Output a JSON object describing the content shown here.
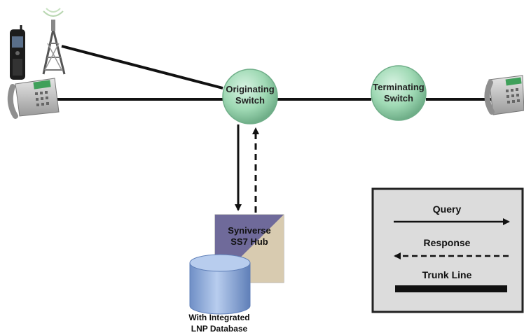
{
  "nodes": {
    "originating_switch": {
      "line1": "Originating",
      "line2": "Switch"
    },
    "terminating_switch": {
      "line1": "Terminating",
      "line2": "Switch"
    },
    "hub": {
      "line1": "Syniverse",
      "line2": "SS7 Hub"
    },
    "database": {
      "line1": "With Integrated",
      "line2": "LNP Database"
    }
  },
  "legend": {
    "query": "Query",
    "response": "Response",
    "trunk_line": "Trunk Line"
  },
  "colors": {
    "switch_fill": "#9fd9b4",
    "switch_stroke": "#6fae88",
    "hub_light": "#d8cbb0",
    "hub_dark": "#6f6a9a",
    "database": "#8aa8d8",
    "legend_bg": "#dcdcdc",
    "line": "#111111"
  }
}
